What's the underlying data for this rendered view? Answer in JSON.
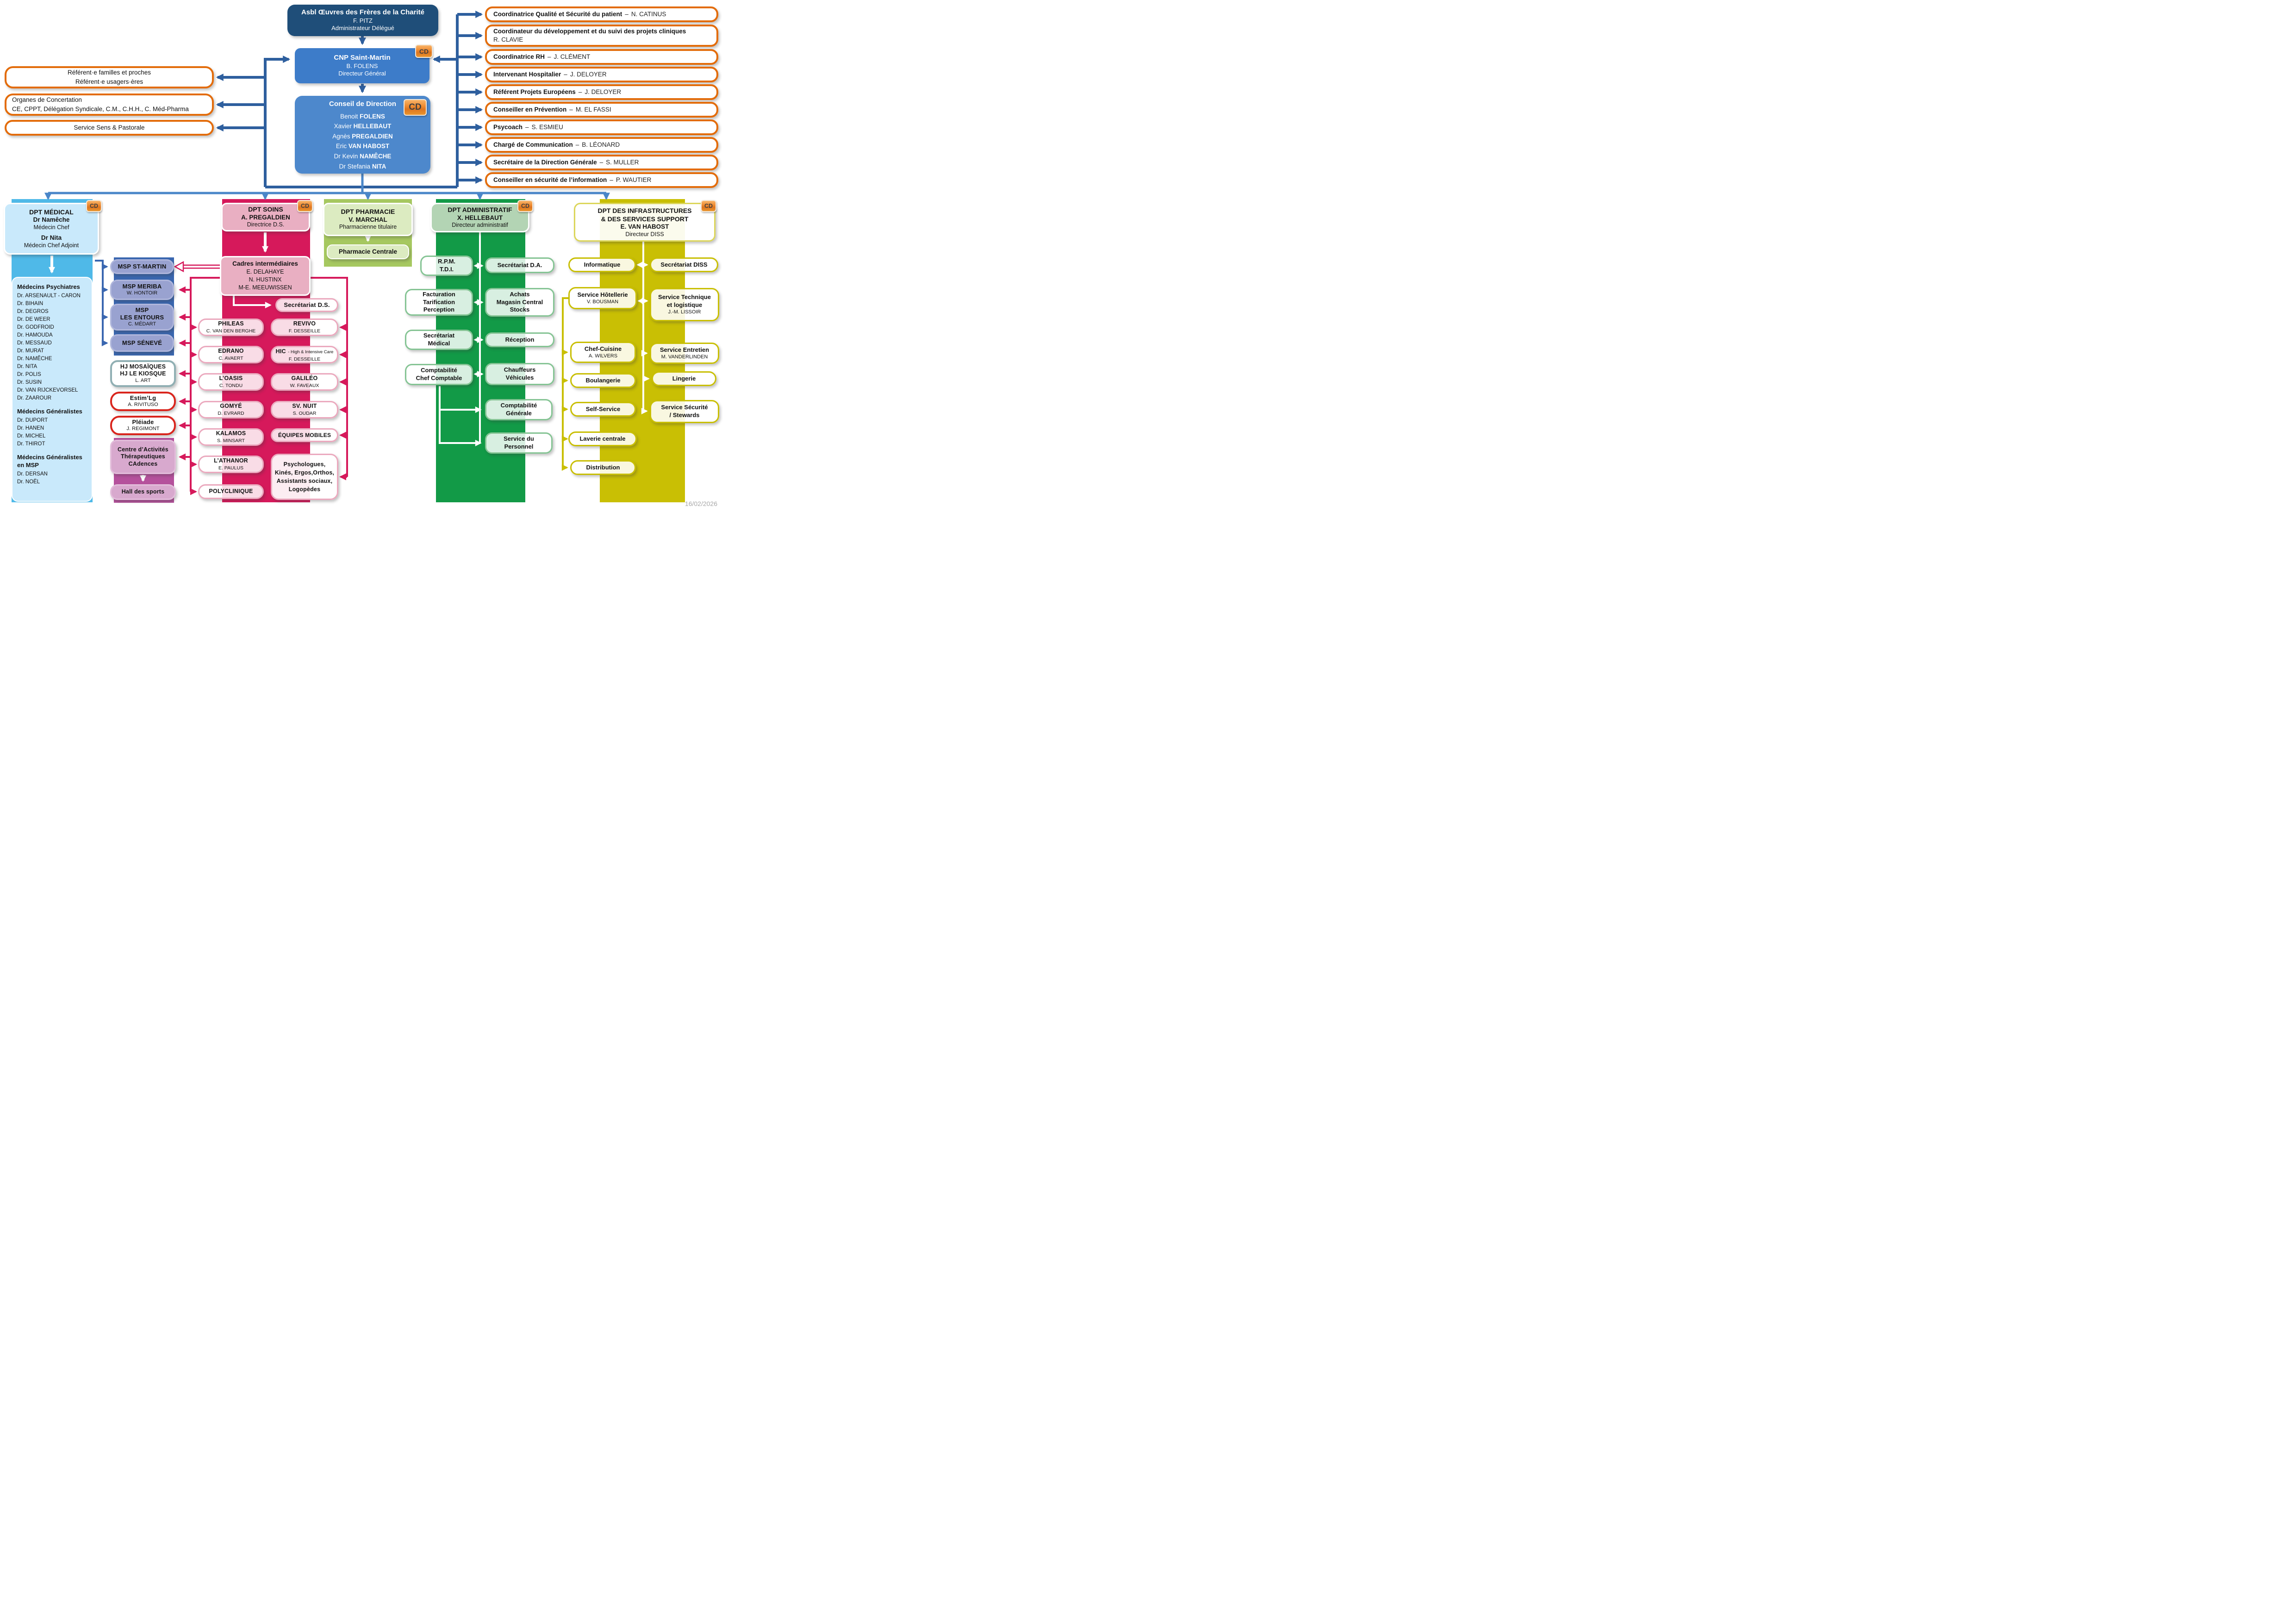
{
  "misc": {
    "sep": "–",
    "cd": "CD",
    "date": "16/02/2026"
  },
  "top": {
    "asbl": {
      "title": "Asbl Œuvres des Frères de la Charité",
      "name": "F. PITZ",
      "role": "Administrateur Délégué"
    },
    "cnp": {
      "title": "CNP Saint-Martin",
      "name": "B. FOLENS",
      "role": "Directeur Général"
    },
    "conseil": {
      "title": "Conseil de Direction",
      "members": [
        {
          "given": "Benoit",
          "family": "FOLENS"
        },
        {
          "given": "Xavier",
          "family": "HELLEBAUT"
        },
        {
          "given": "Agnès",
          "family": "PREGALDIEN"
        },
        {
          "given": "Eric",
          "family": "VAN HABOST"
        },
        {
          "given": "Dr Kevin",
          "family": "NAMÊCHE"
        },
        {
          "given": "Dr Stefania",
          "family": "NITA"
        }
      ]
    }
  },
  "left_boxes": {
    "referent_lines": [
      "Référent·e familles et proches",
      "Référent·e usagers·ères"
    ],
    "organes_lines": [
      "Organes de Concertation",
      "CE, CPPT, Délégation Syndicale, C.M., C.H.H., C. Méd-Pharma"
    ],
    "pastorale": "Service Sens & Pastorale"
  },
  "staff": [
    {
      "role": "Coordinatrice Qualité et Sécurité du patient",
      "name": "N. CATINUS"
    },
    {
      "role": "Coordinateur du développement et du suivi des projets cliniques",
      "name": "R. CLAVIE"
    },
    {
      "role": "Coordinatrice RH",
      "name": "J. CLÉMENT"
    },
    {
      "role": "Intervenant Hospitalier",
      "name": "J. DELOYER"
    },
    {
      "role": "Référent Projets Européens",
      "name": "J. DELOYER"
    },
    {
      "role": "Conseiller en Prévention",
      "name": "M. EL FASSI"
    },
    {
      "role": "Psycoach",
      "name": "S. ESMIEU"
    },
    {
      "role": "Chargé de Communication",
      "name": "B. LÉONARD"
    },
    {
      "role": "Secrétaire de la Direction Générale",
      "name": "S. MULLER"
    },
    {
      "role": "Conseiller en sécurité de l’information",
      "name": "P. WAUTIER"
    }
  ],
  "medical": {
    "title": "DPT MÉDICAL",
    "chief": "Dr Namêche",
    "chief_role": "Médecin Chef",
    "adjoint": "Dr Nita",
    "adjoint_role": "Médecin Chef Adjoint",
    "groups": [
      {
        "heading": "Médecins Psychiatres",
        "names": [
          "Dr. ARSENAULT - CARON",
          "Dr. BIHAIN",
          "Dr. DEGROS",
          "Dr. DE WEER",
          "Dr. GODFROID",
          "Dr. HAMOUDA",
          "Dr. MESSAUD",
          "Dr. MURAT",
          "Dr. NAMÊCHE",
          "Dr. NITA",
          "Dr. POLIS",
          "Dr. SUSIN",
          "Dr. VAN RIJCKEVORSEL",
          "Dr. ZAAROUR"
        ]
      },
      {
        "heading": "Médecins Généralistes",
        "names": [
          "Dr. DUPORT",
          "Dr. HANEN",
          "Dr. MICHEL",
          "Dr. THIROT"
        ]
      },
      {
        "heading": "Médecins Généralistes en MSP",
        "names": [
          "Dr. DERSAN",
          "Dr. NOËL"
        ]
      }
    ]
  },
  "msp": {
    "st_martin": "MSP ST-MARTIN",
    "meriba": {
      "title": "MSP MERIBA",
      "name": "W. HONTOIR"
    },
    "entours": {
      "title_lines": [
        "MSP",
        "LES ENTOURS"
      ],
      "name": "C. MÉDART"
    },
    "seneve": "MSP SÉNEVÉ"
  },
  "ambu": {
    "hj": {
      "title_lines": [
        "HJ MOSAÏQUES",
        "HJ LE KIOSQUE"
      ],
      "name": "L. ART"
    },
    "estim": {
      "title": "Estim’Lg",
      "name": "A. RIVITUSO"
    },
    "pleiade": {
      "title": "Pléiade",
      "name": "J. REGIMONT"
    },
    "cadences": {
      "title_lines": [
        "Centre d’Activités",
        "Thérapeutiques",
        "CAdences"
      ]
    },
    "hall": "Hall des sports"
  },
  "soins": {
    "title": "DPT SOINS",
    "name": "A. PREGALDIEN",
    "role": "Directrice D.S.",
    "cadres": {
      "title": "Cadres intermédiaires",
      "names": [
        "E. DELAHAYE",
        "N. HUSTINX",
        "M-E. MEEUWISSEN"
      ]
    },
    "secretariat": "Secrétariat D.S.",
    "units_left": [
      {
        "t": "PHILEAS",
        "n": "C. VAN DEN BERGHE"
      },
      {
        "t": "EDRANO",
        "n": "C. AVAERT"
      },
      {
        "t": "L’OASIS",
        "n": "C. TONDU"
      },
      {
        "t": "GOMYÉ",
        "n": "D. EVRARD"
      },
      {
        "t": "KALAMOS",
        "n": "S. MINSART"
      },
      {
        "t": "L’ATHANOR",
        "n": "E. PAULUS"
      },
      {
        "t": "POLYCLINIQUE"
      }
    ],
    "units_right": [
      {
        "t": "REVIVO",
        "n": "F. DESSEILLE"
      },
      {
        "t": "HIC",
        "suffix": "- High & Intensive Care",
        "n": "F. DESSEILLE"
      },
      {
        "t": "GALILÉO",
        "n": "W. FAVEAUX"
      },
      {
        "t": "SV. NUIT",
        "n": "S. OUDAR"
      },
      {
        "t": "ÉQUIPES MOBILES"
      }
    ],
    "psy_lines": [
      "Psychologues,",
      "Kinés, Ergos,Orthos,",
      "Assistants sociaux,",
      "Logopèdes"
    ]
  },
  "pharmacie": {
    "title": "DPT PHARMACIE",
    "name": "V. MARCHAL",
    "role": "Pharmacienne titulaire",
    "central": "Pharmacie Centrale"
  },
  "admin": {
    "title": "DPT ADMINISTRATIF",
    "name": "X. HELLEBAUT",
    "role": "Directeur administratif",
    "rpm": [
      "R.P.M.",
      "T.D.I."
    ],
    "sec_da": "Secrétariat D.A.",
    "facturation": [
      "Facturation",
      "Tarification",
      "Perception"
    ],
    "achats": [
      "Achats",
      "Magasin Central",
      "Stocks"
    ],
    "sec_medical": [
      "Secrétariat",
      "Médical"
    ],
    "reception": "Réception",
    "compta": [
      "Comptabilité",
      "Chef Comptable"
    ],
    "chauffeurs": [
      "Chauffeurs",
      "Véhicules"
    ],
    "compta_generale": [
      "Comptabilité",
      "Générale"
    ],
    "personnel": [
      "Service du",
      "Personnel"
    ]
  },
  "diss": {
    "title_lines": [
      "DPT DES INFRASTRUCTURES",
      "& DES SERVICES SUPPORT"
    ],
    "name": "E. VAN HABOST",
    "role": "Directeur DISS",
    "informatique": "Informatique",
    "sec_diss": "Secrétariat DISS",
    "hotellerie": {
      "title": "Service Hôtellerie",
      "name": "V. BOUSMAN"
    },
    "technique": {
      "lines": [
        "Service Technique",
        "et logistique"
      ],
      "name": "J.-M. LISSOIR"
    },
    "cuisine": {
      "title": "Chef-Cuisine",
      "name": "A. WILVERS"
    },
    "entretien": {
      "title": "Service Entretien",
      "name": "M. VANDERLINDEN"
    },
    "boulangerie": "Boulangerie",
    "lingerie": "Lingerie",
    "self": "Self-Service",
    "securite": [
      "Service Sécurité",
      "/ Stewards"
    ],
    "laverie": "Laverie centrale",
    "distribution": "Distribution"
  }
}
